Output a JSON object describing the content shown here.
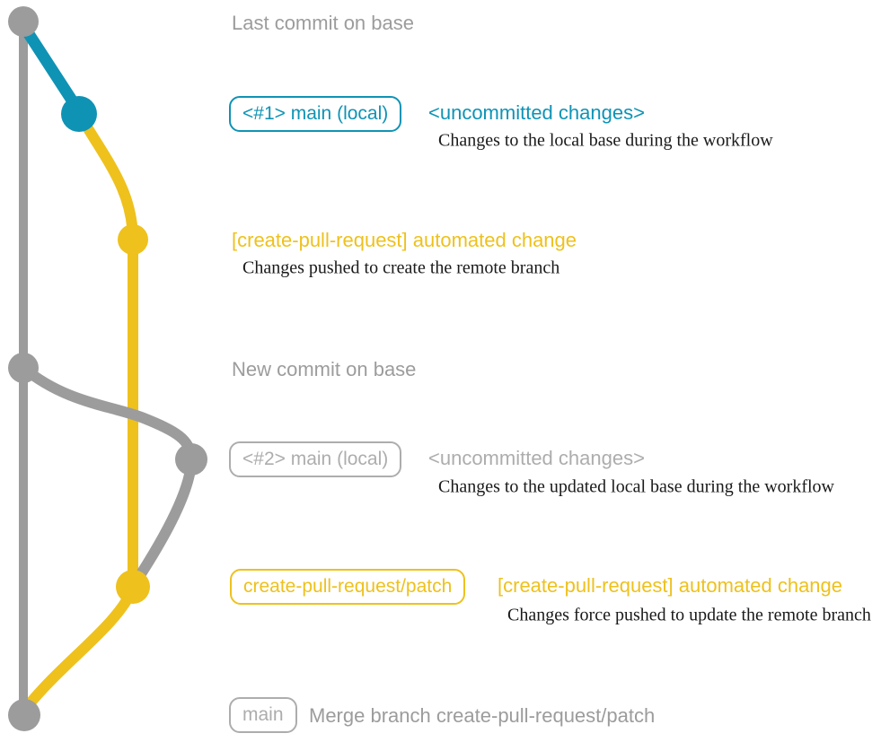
{
  "colors": {
    "gray": "#9c9c9c",
    "gray-light": "#adadad",
    "teal": "#0f93b5",
    "yellow": "#eec11d",
    "ink": "#1a1a1a"
  },
  "graph": {
    "base_branch": "base (main)",
    "local_branch": "main (local)",
    "remote_branch": "create-pull-request/patch"
  },
  "annotations": {
    "last_commit": "Last commit on base",
    "new_commit": "New commit on base",
    "merge_commit": "Merge branch create-pull-request/patch"
  },
  "rows": {
    "local1": {
      "badge": "<#1> main (local)",
      "title": "<uncommitted changes>",
      "note": "Changes to the local base during the workflow"
    },
    "remote1": {
      "title": "[create-pull-request] automated change",
      "note": "Changes pushed to create the remote branch"
    },
    "local2": {
      "badge": "<#2> main (local)",
      "title": "<uncommitted changes>",
      "note": "Changes to the updated local base during the workflow"
    },
    "remote2": {
      "badge": "create-pull-request/patch",
      "title": "[create-pull-request] automated change",
      "note": "Changes force pushed to update the remote branch"
    },
    "merge": {
      "badge": "main"
    }
  }
}
